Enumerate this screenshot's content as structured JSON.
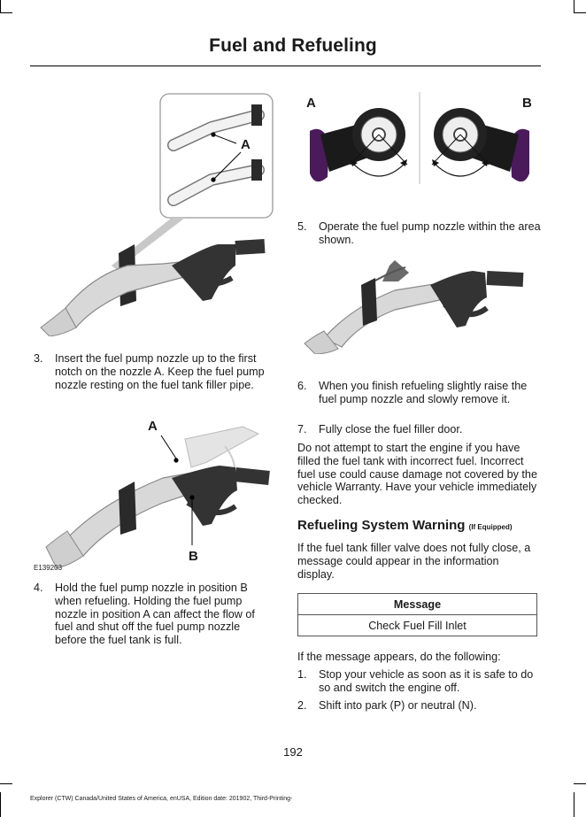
{
  "header": {
    "title": "Fuel and Refueling"
  },
  "figures": {
    "fig1": {
      "label_a": "A"
    },
    "fig2": {
      "label_a": "A",
      "label_b": "B",
      "code": "E139203"
    },
    "fig3": {
      "label_a": "A",
      "label_b": "B"
    }
  },
  "left_steps": [
    {
      "num": "3.",
      "text": "Insert the fuel pump nozzle up to the first notch on the nozzle A.  Keep the fuel pump nozzle resting on the fuel tank filler pipe."
    },
    {
      "num": "4.",
      "text": "Hold the fuel pump nozzle in position B when refueling.  Holding the fuel pump nozzle in position A can affect the flow of fuel and shut off the fuel pump nozzle before the fuel tank is full."
    }
  ],
  "right_steps": [
    {
      "num": "5.",
      "text": "Operate the fuel pump nozzle within the area shown."
    },
    {
      "num": "6.",
      "text": "When you finish refueling slightly raise the fuel pump nozzle and slowly remove it."
    },
    {
      "num": "7.",
      "text": "Fully close the fuel filler door."
    }
  ],
  "warning_paragraph": "Do not attempt to start the engine if you have filled the fuel tank with incorrect fuel. Incorrect fuel use could cause damage not covered by the vehicle Warranty. Have your vehicle immediately checked.",
  "section": {
    "title": "Refueling System Warning",
    "qualifier": "(If Equipped)",
    "intro": "If the fuel tank filler valve does not fully close, a message could appear in the information display.",
    "table": {
      "header": "Message",
      "row": "Check Fuel Fill Inlet"
    },
    "after_table": "If the message appears, do the following:",
    "steps": [
      {
        "num": "1.",
        "text": "Stop your vehicle as soon as it is safe to do so and switch the engine off."
      },
      {
        "num": "2.",
        "text": "Shift into park (P) or neutral (N)."
      }
    ]
  },
  "page_number": "192",
  "footer": "Explorer (CTW) Canada/United States of America, enUSA, Edition date: 201902, Third-Printing-"
}
